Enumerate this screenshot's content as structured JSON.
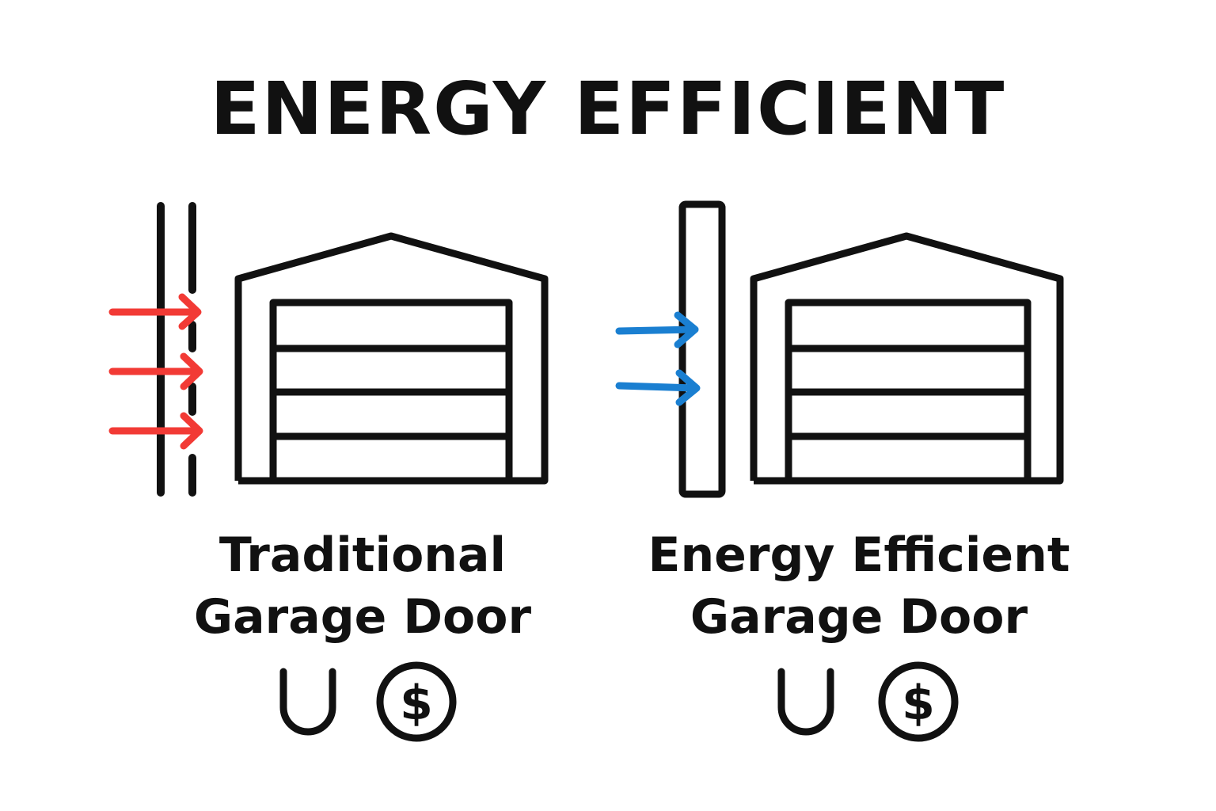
{
  "title": "ENERGY EFFICIENT",
  "colors": {
    "heat_arrow": "#f23a35",
    "cold_arrow": "#1a7fd1",
    "stroke": "#111111",
    "background": "#ffffff"
  },
  "panels": [
    {
      "caption_line1": "Traditional",
      "caption_line2": "Garage Door",
      "wall_type": "dashed double line",
      "arrow_color": "red",
      "arrow_count": 3,
      "icons": [
        "magnet-icon",
        "dollar-circle-icon"
      ]
    },
    {
      "caption_line1": "Energy Efficient",
      "caption_line2": "Garage Door",
      "wall_type": "solid insulated panel",
      "arrow_color": "blue",
      "arrow_count": 2,
      "icons": [
        "magnet-icon",
        "dollar-circle-icon"
      ]
    }
  ]
}
